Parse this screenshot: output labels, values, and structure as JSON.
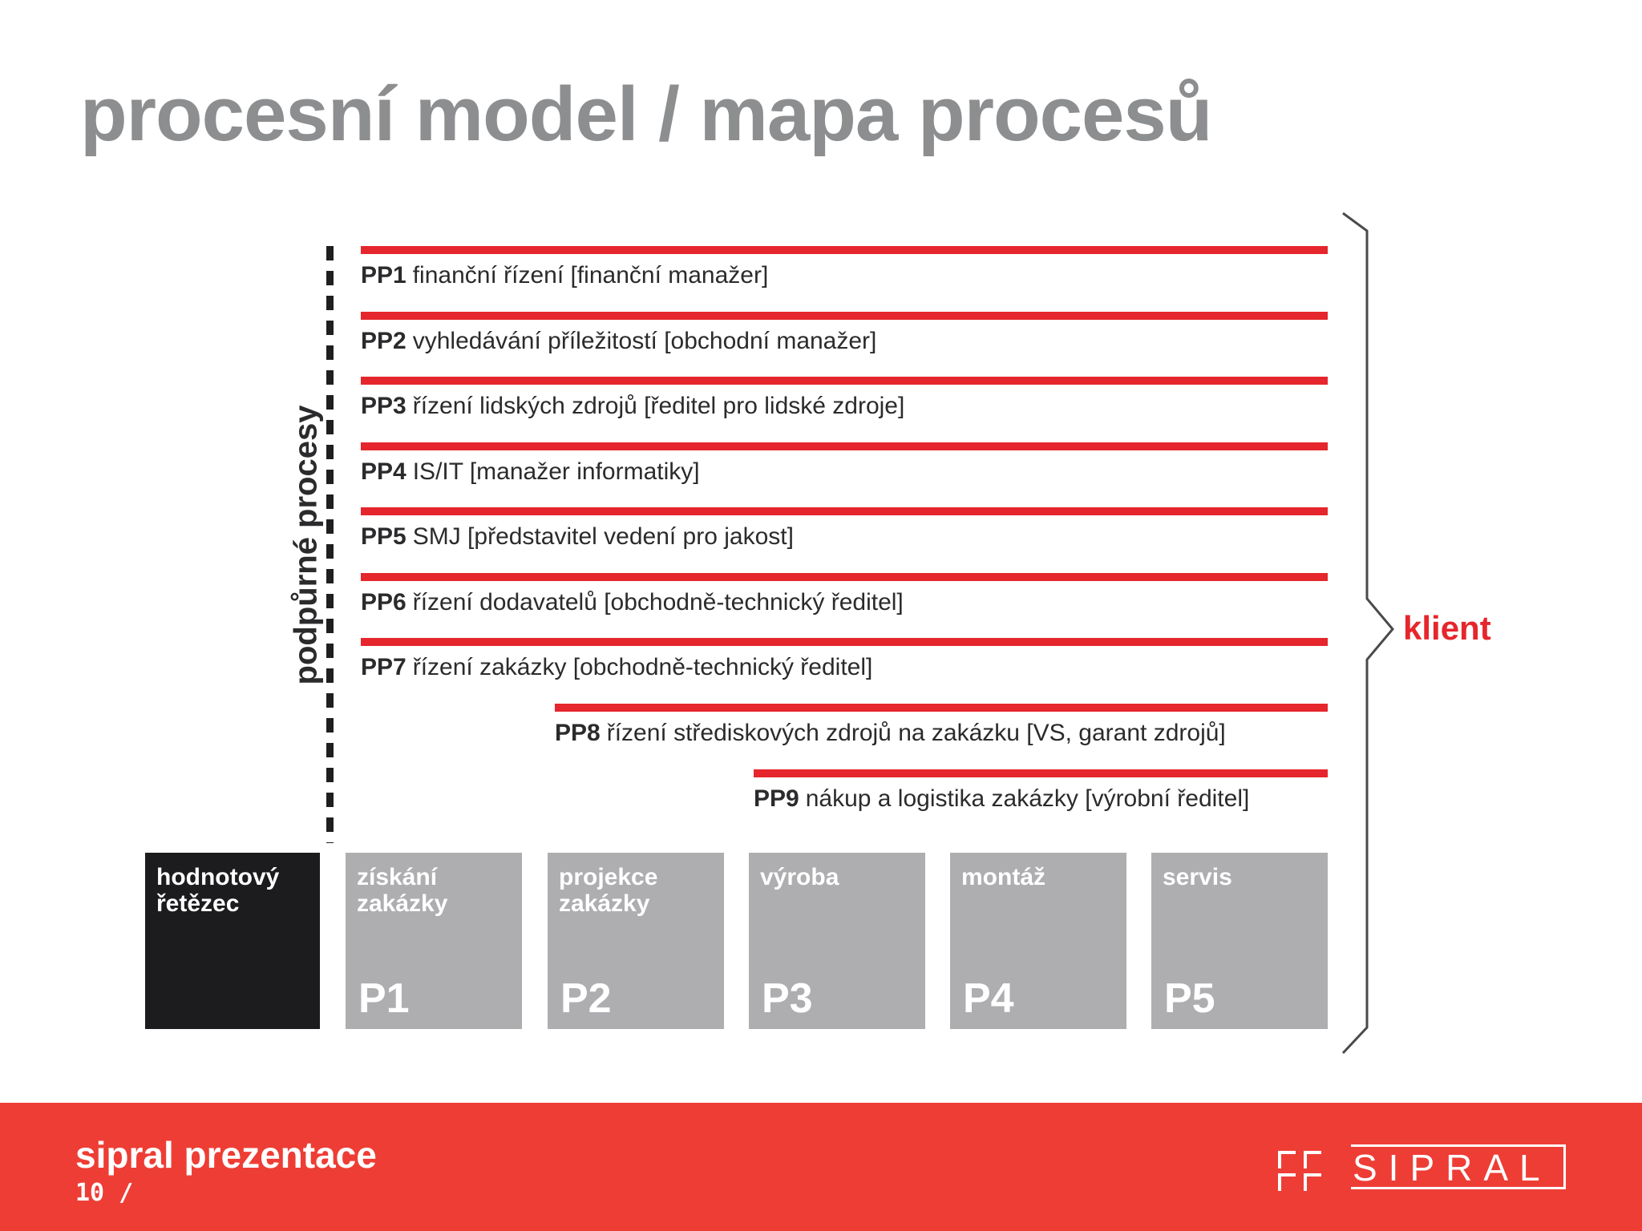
{
  "title": "procesní model / mapa procesů",
  "support_label": "podpůrné procesy",
  "support_processes": [
    {
      "code": "PP1",
      "text": "finanční řízení [finanční manažer]"
    },
    {
      "code": "PP2",
      "text": "vyhledávání příležitostí [obchodní manažer]"
    },
    {
      "code": "PP3",
      "text": "řízení lidských zdrojů [ředitel pro lidské zdroje]"
    },
    {
      "code": "PP4",
      "text": "IS/IT [manažer informatiky]"
    },
    {
      "code": "PP5",
      "text": "SMJ [představitel vedení pro jakost]"
    },
    {
      "code": "PP6",
      "text": "řízení dodavatelů [obchodně-technický ředitel]"
    },
    {
      "code": "PP7",
      "text": "řízení zakázky [obchodně-technický ředitel]"
    },
    {
      "code": "PP8",
      "text": "řízení střediskových zdrojů na zakázku [VS, garant zdrojů]"
    },
    {
      "code": "PP9",
      "text": "nákup a logistika zakázky [výrobní ředitel]"
    }
  ],
  "value_chain": {
    "label": "hodnotový\nřetězec",
    "processes": [
      {
        "name": "získání\nzakázky",
        "code": "P1"
      },
      {
        "name": "projekce\nzakázky",
        "code": "P2"
      },
      {
        "name": "výroba",
        "code": "P3"
      },
      {
        "name": "montáž",
        "code": "P4"
      },
      {
        "name": "servis",
        "code": "P5"
      }
    ]
  },
  "client_label": "klient",
  "footer": {
    "title": "sipral prezentace",
    "page": "10 /",
    "logo_text": "SIPRAL"
  },
  "colors": {
    "accent_red": "#e5262c",
    "footer_red": "#ee3d35",
    "box_gray": "#aeadb0",
    "box_dark": "#1c1b1d",
    "title_gray": "#8d8e90"
  }
}
